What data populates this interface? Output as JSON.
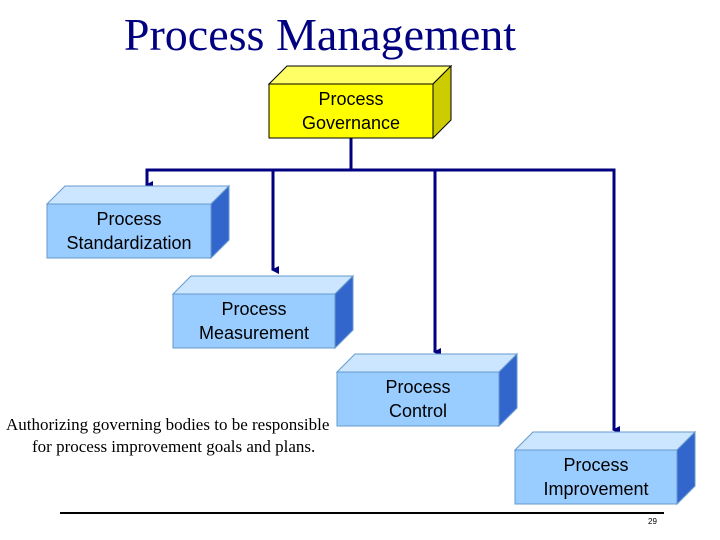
{
  "title": "Process Management",
  "boxes": {
    "governance": {
      "label": "Process\nGovernance"
    },
    "standardization": {
      "label": "Process\nStandardization"
    },
    "measurement": {
      "label": "Process\nMeasurement"
    },
    "control": {
      "label": "Process\nControl"
    },
    "improvement": {
      "label": "Process\nImprovement"
    }
  },
  "note": "Authorizing governing bodies to be responsible for process improvement goals and plans.",
  "page_number": "29",
  "colors": {
    "title": "#000080",
    "governance_face": "#ffff00",
    "governance_side": "#cccc00",
    "box_face": "#99ccff",
    "box_side": "#3366cc",
    "connector": "#000080"
  }
}
